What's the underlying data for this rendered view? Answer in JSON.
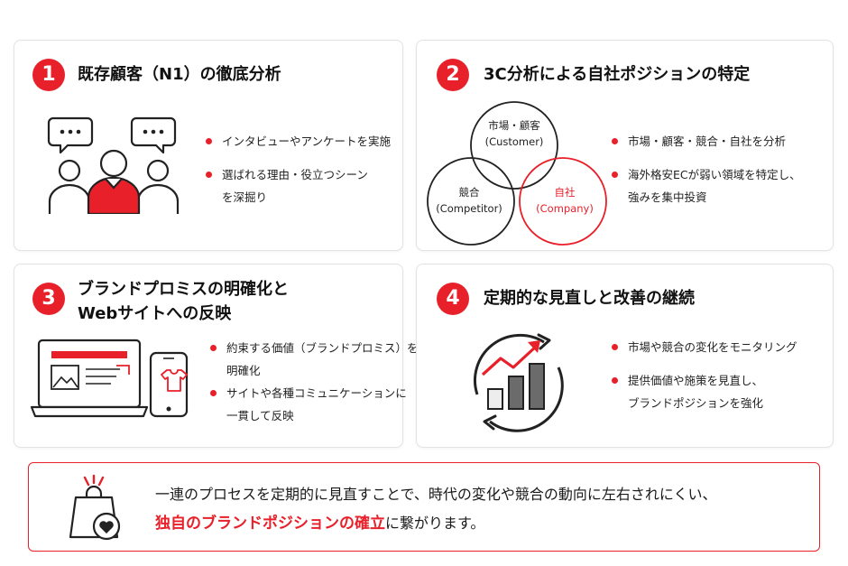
{
  "colors": {
    "accent": "#e8202a",
    "text": "#1a1a1a",
    "gray": "#555555",
    "light_gray": "#c9c9c9"
  },
  "cards": [
    {
      "number": "1",
      "title": "既存顧客（N1）の徹底分析",
      "illustration_icon": "customers-with-speech-bubbles-icon",
      "bullets": [
        [
          "インタビューやアンケートを実施"
        ],
        [
          "選ばれる理由・役立つシーン",
          "を深掘り"
        ]
      ]
    },
    {
      "number": "2",
      "title": "3C分析による自社ポジションの特定",
      "venn": {
        "customer": [
          "市場・顧客",
          "(Customer)"
        ],
        "competitor": [
          "競合",
          "(Competitor)"
        ],
        "company": [
          "自社",
          "(Company)"
        ]
      },
      "bullets": [
        [
          "市場・顧客・競合・自社を分析"
        ],
        [
          "海外格安ECが弱い領域を特定し、",
          "強みを集中投資"
        ]
      ]
    },
    {
      "number": "3",
      "title_lines": [
        "ブランドプロミスの明確化と",
        "Webサイトへの反映"
      ],
      "illustration_icon": "laptop-and-smartphone-icon",
      "bullets": [
        [
          "約束する価値（ブランドプロミス）を",
          "明確化"
        ],
        [
          "サイトや各種コミュニケーションに",
          "一貫して反映"
        ]
      ]
    },
    {
      "number": "4",
      "title": "定期的な見直しと改善の継続",
      "illustration_icon": "growth-cycle-chart-icon",
      "bullets": [
        [
          "市場や競合の変化をモニタリング"
        ],
        [
          "提供価値や施策を見直し、",
          "ブランドポジションを強化"
        ]
      ]
    }
  ],
  "conclusion": {
    "icon": "shopping-bag-heart-icon",
    "line1": "一連のプロセスを定期的に見直すことで、時代の変化や競合の動向に左右されにくい、",
    "highlight": "独自のブランドポジションの確立",
    "line2_rest": "に繋がります。"
  }
}
